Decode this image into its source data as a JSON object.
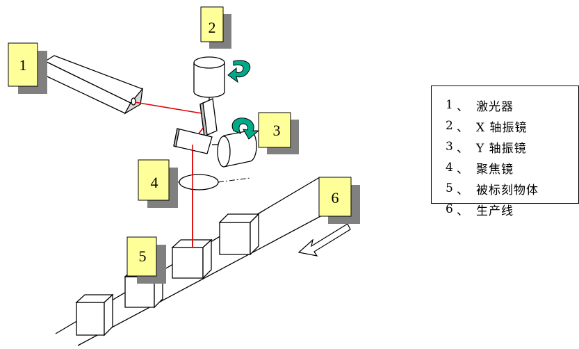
{
  "callouts": [
    {
      "id": "1",
      "label": "1"
    },
    {
      "id": "2",
      "label": "2"
    },
    {
      "id": "3",
      "label": "3"
    },
    {
      "id": "4",
      "label": "4"
    },
    {
      "id": "5",
      "label": "5"
    },
    {
      "id": "6",
      "label": "6"
    }
  ],
  "legend": {
    "separator": "、",
    "items": [
      {
        "num": "1",
        "text": "激光器"
      },
      {
        "num": "2",
        "text": "X 轴振镜"
      },
      {
        "num": "3",
        "text": "Y 轴振镜"
      },
      {
        "num": "4",
        "text": "聚焦镜"
      },
      {
        "num": "5",
        "text": "被标刻物体"
      },
      {
        "num": "6",
        "text": "生产线"
      }
    ]
  },
  "colors": {
    "callout_fill": "#ffff99",
    "callout_shadow": "#808080",
    "beam": "#e00000",
    "rotation_arrow_fill": "#00aa88",
    "line": "#000000"
  }
}
